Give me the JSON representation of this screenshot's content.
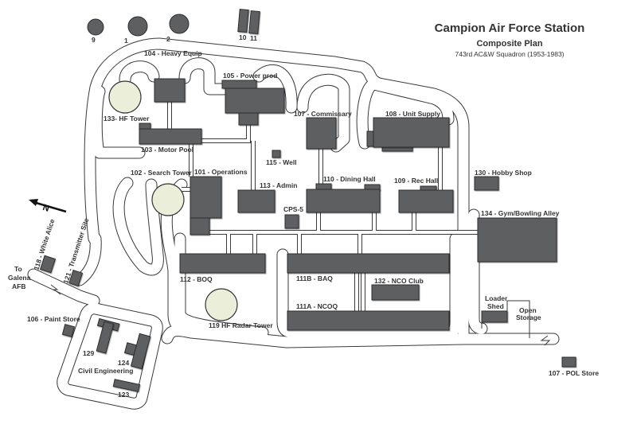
{
  "title": "Campion Air Force Station",
  "subtitle": "Composite Plan",
  "squadron": "743rd AC&W Squadron (1953-1983)",
  "labels": {
    "t9": "9",
    "t1": "1",
    "t2": "2",
    "b10": "10",
    "b11": "11",
    "b104": "104 - Heavy Equip",
    "b105": "105 - Power prod",
    "b133": "133- HF Tower",
    "b103": "103 - Motor Pool",
    "b115": "115 - Well",
    "b102": "102 - Search Tower",
    "b101": "101 - Operations",
    "b113": "113 - Admin",
    "cps5": "CPS-5",
    "b107c": "107 - Commissary",
    "b108": "108 - Unit Supply",
    "b110": "110 - Dining Hall",
    "b109": "109 - Rec Hall",
    "b130": "130 - Hobby Shop",
    "b134": "134 - Gym/Bowling Alley",
    "b112": "112 - BOQ",
    "b111b": "111B - BAQ",
    "b132": "132 - NCO Club",
    "b111a": "111A - NCOQ",
    "b119": "119 HF Radar Tower",
    "loader1": "Loader",
    "loader2": "Shed",
    "open1": "Open",
    "open2": "Storage",
    "b107p": "107 - POL Store",
    "b106": "106 - Paint Store",
    "b118": "118 - White Alice",
    "b121": "121 - Transmitter Site",
    "to1": "To",
    "to2": "Galena",
    "to3": "AFB",
    "b129": "129",
    "b124": "124",
    "civil": "Civil Engineering",
    "b123": "123",
    "north": "N"
  }
}
